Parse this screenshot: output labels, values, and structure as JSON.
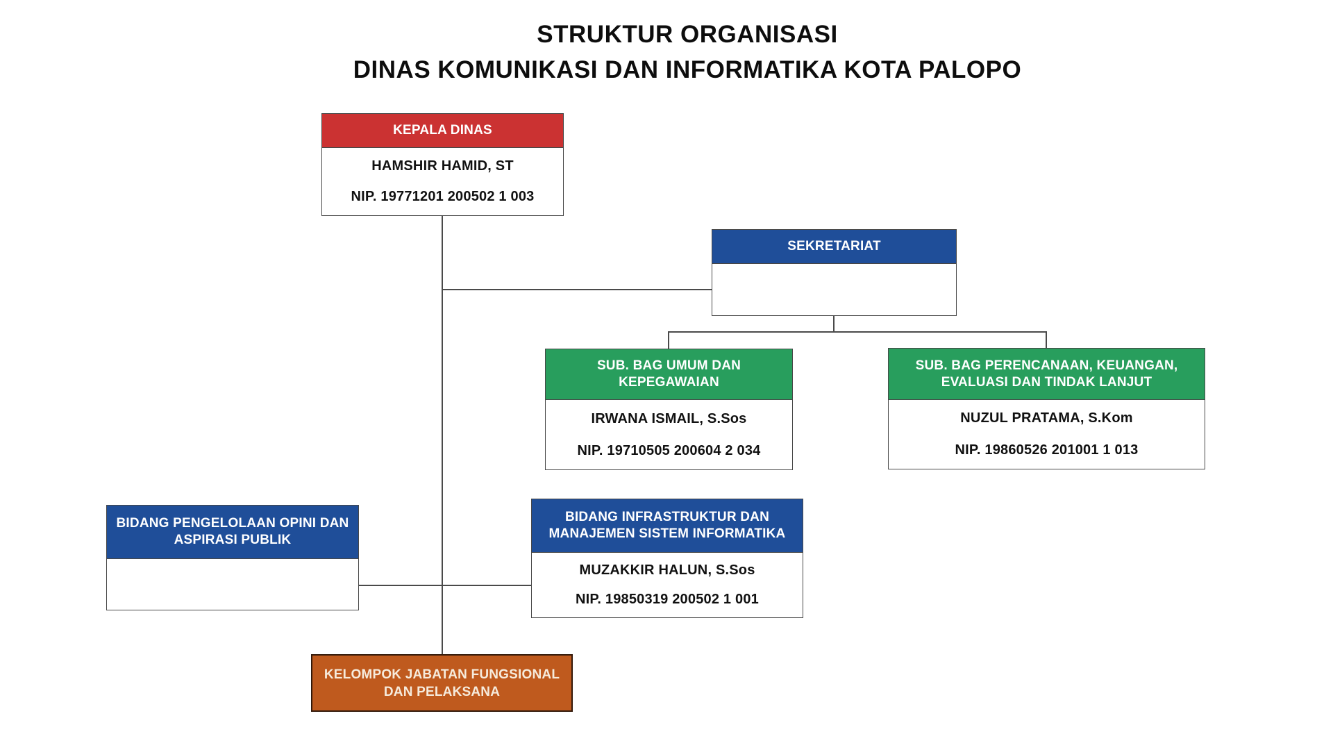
{
  "title": {
    "line1": "STRUKTUR ORGANISASI",
    "line2": "DINAS KOMUNIKASI DAN INFORMATIKA KOTA PALOPO",
    "combined": "STRUKTUR ORGANISASI\nDINAS KOMUNIKASI DAN INFORMATIKA KOTA PALOPO"
  },
  "colors": {
    "red": "#CB3232",
    "blue": "#1F4E99",
    "green": "#289E5D",
    "orange": "#BF5A1E",
    "orange_border": "#33190A",
    "line": "#4A4A4A",
    "box_border": "#474747",
    "text_dark": "#111111",
    "header_text": "#FFFFFF",
    "kelompok_text": "#F6EBDC"
  },
  "boxes": {
    "kepala_dinas": {
      "title": "KEPALA DINAS",
      "name": "HAMSHIR HAMID, ST",
      "nip": "NIP. 19771201 200502 1 003"
    },
    "sekretariat": {
      "title": "SEKRETARIAT",
      "name": "",
      "nip": ""
    },
    "sub_bag_umum": {
      "title": "SUB. BAG UMUM DAN\nKEPEGAWAIAN",
      "name": "IRWANA ISMAIL, S.Sos",
      "nip": "NIP. 19710505 200604 2 034"
    },
    "sub_bag_perencanaan": {
      "title": "SUB. BAG PERENCANAAN, KEUANGAN,\nEVALUASI DAN TINDAK LANJUT",
      "name": "NUZUL PRATAMA, S.Kom",
      "nip": "NIP. 19860526 201001 1 013"
    },
    "bidang_opini": {
      "title": "BIDANG PENGELOLAAN OPINI DAN\nASPIRASI PUBLIK",
      "name": "",
      "nip": ""
    },
    "bidang_infrastruktur": {
      "title": "BIDANG INFRASTRUKTUR DAN\nMANAJEMEN SISTEM INFORMATIKA",
      "name": "MUZAKKIR HALUN, S.Sos",
      "nip": "NIP. 19850319 200502 1 001"
    },
    "kelompok_fungsional": {
      "title": "KELOMPOK JABATAN FUNGSIONAL\nDAN PELAKSANA"
    }
  }
}
